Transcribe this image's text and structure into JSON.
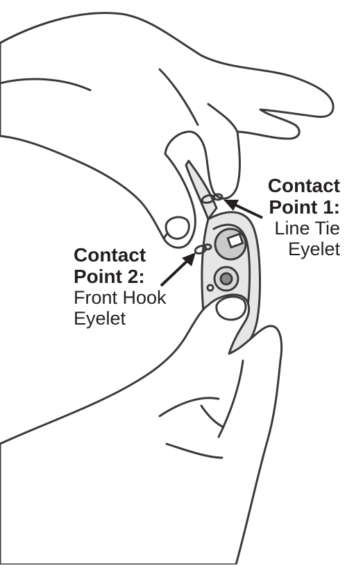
{
  "contact_point_1": {
    "title_line1": "Contact",
    "title_line2": "Point 1:",
    "desc_line1": "Line Tie",
    "desc_line2": "Eyelet"
  },
  "contact_point_2": {
    "title_line1": "Contact",
    "title_line2": "Point 2:",
    "desc_line1": "Front Hook",
    "desc_line2": "Eyelet"
  },
  "colors": {
    "outline": "#3a3a3a",
    "lure_fill": "#e6e6e6",
    "lure_disc": "#c9c9c9",
    "lure_disc_dark": "#8a8a8a",
    "text": "#231f20"
  }
}
